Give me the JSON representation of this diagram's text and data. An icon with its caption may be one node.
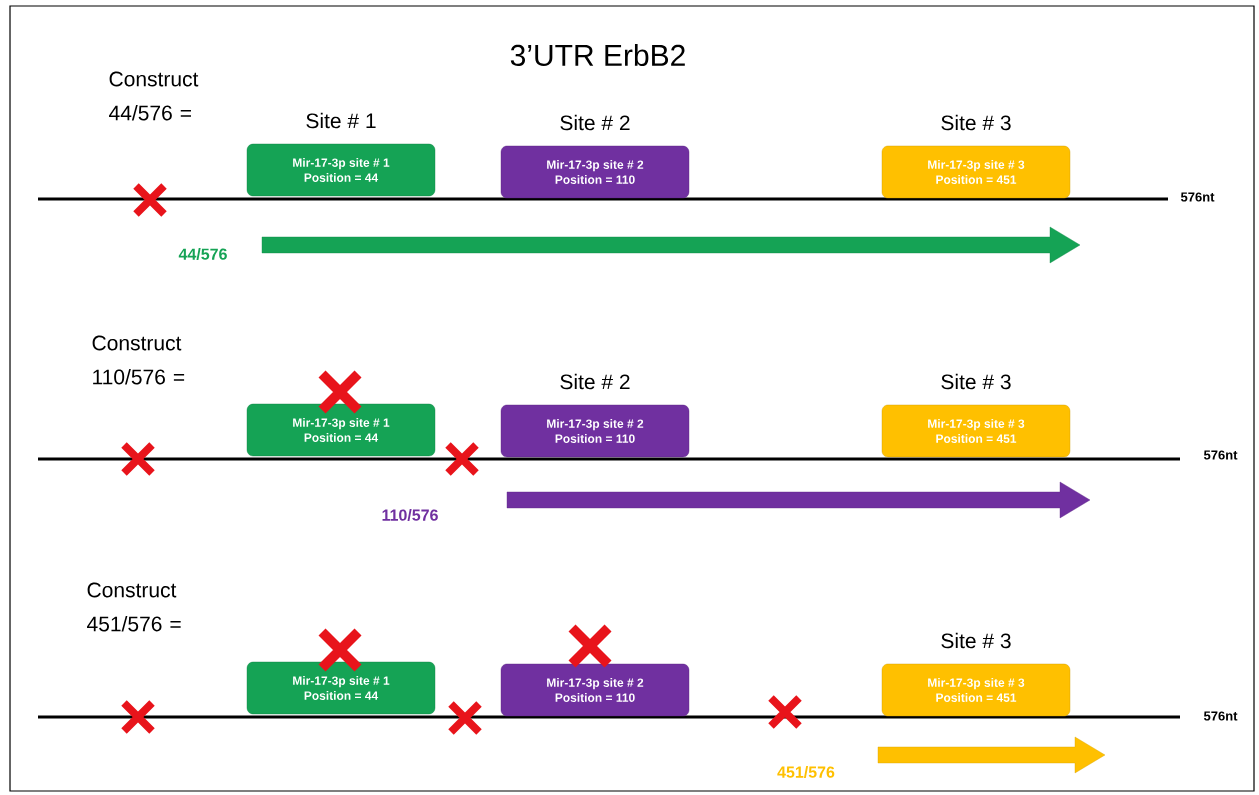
{
  "diagram": {
    "title": "3’UTR ErbB2",
    "nodes": [
      {
        "text": [
          "Mir-17-3p site # 1",
          "Position = 44"
        ],
        "beside": [
          "Site # 1"
        ]
      },
      {
        "text": [
          "Mir-17-3p site # 2",
          "Position = 110"
        ],
        "beside": [
          "Site # 2"
        ]
      },
      {
        "text": [
          "Mir-17-3p site # 3",
          "Position = 451"
        ],
        "beside": [
          "Site # 3"
        ]
      },
      {
        "text": [
          "Mir-17-3p site # 1",
          "Position = 44"
        ]
      },
      {
        "text": [
          "Mir-17-3p site # 2",
          "Position = 110"
        ],
        "beside": [
          "Site # 2"
        ]
      },
      {
        "text": [
          "Mir-17-3p site # 3",
          "Position = 451"
        ],
        "beside": [
          "Site # 3"
        ]
      },
      {
        "text": [
          "Mir-17-3p site # 1",
          "Position = 44"
        ]
      },
      {
        "text": [
          "Mir-17-3p site # 2",
          "Position = 110"
        ]
      },
      {
        "text": [
          "Mir-17-3p site # 3",
          "Position = 451"
        ],
        "beside": [
          "Site # 3"
        ]
      }
    ],
    "labels": [
      "Construct 44/576 =",
      "576nt",
      "44/576",
      "Construct 110/576 =",
      "576nt",
      "110/576",
      "Construct 451/576 =",
      "576nt",
      "451/576"
    ]
  }
}
